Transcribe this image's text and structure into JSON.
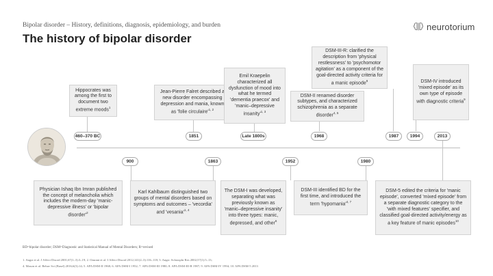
{
  "header": {
    "subtitle": "Bipolar disorder – History, definitions, diagnosis, epidemiology, and burden",
    "title": "The history of bipolar disorder",
    "logo_text": "neurotorium"
  },
  "timeline": {
    "dates": [
      "460–370 BC",
      "900",
      "1851",
      "1863",
      "Late 1800s",
      "1952",
      "1968",
      "1980",
      "1987",
      "1994",
      "2013"
    ],
    "events": {
      "hippocrates": "Hippocrates was among the first to document two extreme moods",
      "hippocrates_ref": "1",
      "falret": "Jean-Pierre Falret described a new disorder encompassing depression and mania, known as 'folie circulaire'",
      "falret_ref": "1, 2",
      "kraepelin": "Emil Kraepelin characterized all dysfunction of mood into what he termed 'dementia praecox' and 'manic–depressive insanity'",
      "kraepelin_ref": "1, 3",
      "dsm2": "DSM-II renamed disorder subtypes, and characterized schizophrenia as a separate disorder",
      "dsm2_ref": "4, 5",
      "dsm3r": "DSM-III-R: clarified the description from 'physical restlessness' to 'psychomotor agitation' as a component of the goal-directed activity criteria for a manic episode",
      "dsm3r_ref": "8",
      "dsm4": "DSM-IV introduced 'mixed episode' as its own type of episode with diagnostic criteria",
      "dsm4_ref": "9",
      "imran": "Physician Ishaq Ibn Imran published the concept of melancholia which includes the modern-day 'manic-depressive illness' or 'bipolar disorder'",
      "imran_ref": "2",
      "kahlbaum": "Karl Kahlbaum distinguished two groups of mental disorders based on symptoms and outcomes – 'vecordia' and 'vesania'",
      "kahlbaum_ref": "1, 4",
      "dsm1": "The DSM-I was developed, separating what was previously known as 'manic–depressive insanity' into three types: manic, depressed, and other",
      "dsm1_ref": "6",
      "dsm3": "DSM-III identified BD for the first time, and introduced the term 'hypomania'",
      "dsm3_ref": "4, 7",
      "dsm5": "DSM-5 edited the criteria for 'manic episode', converted 'mixed episode' from a separate diagnostic category to the 'with mixed features' specifier, and classified goal-directed activity/energy as a key feature of manic episodes",
      "dsm5_ref": "10"
    }
  },
  "footer": {
    "abbreviations": "BD=bipolar disorder; DSM=Diagnostic and Statistical Manual of Mental Disorders; R=revised",
    "references_1": "1. Angst et al. J Affect Disord 2001;67(1–3):3–19;  2. Omrani et al. J Affect Disord 2012;141(2–3):116–118;  3. Angst. Schizophr Res 2002;57(1):5–13;",
    "references_2": "4. Mason et al. Behav Sci (Basel) 2016;6(3):14;  5. APA DSM-II 1968;  6. APA DSM-I 1952;  7. APA DSM-III 1980;  8. APA DSM-III-R 1987;  9. APA DSM-IV 1994;  10. APA DSM-5 2013"
  },
  "colors": {
    "box_fill": "#efefef",
    "box_border": "#d2d2d2",
    "timeline": "#bdbdbd",
    "logo_accent": "#8a8a8a"
  }
}
